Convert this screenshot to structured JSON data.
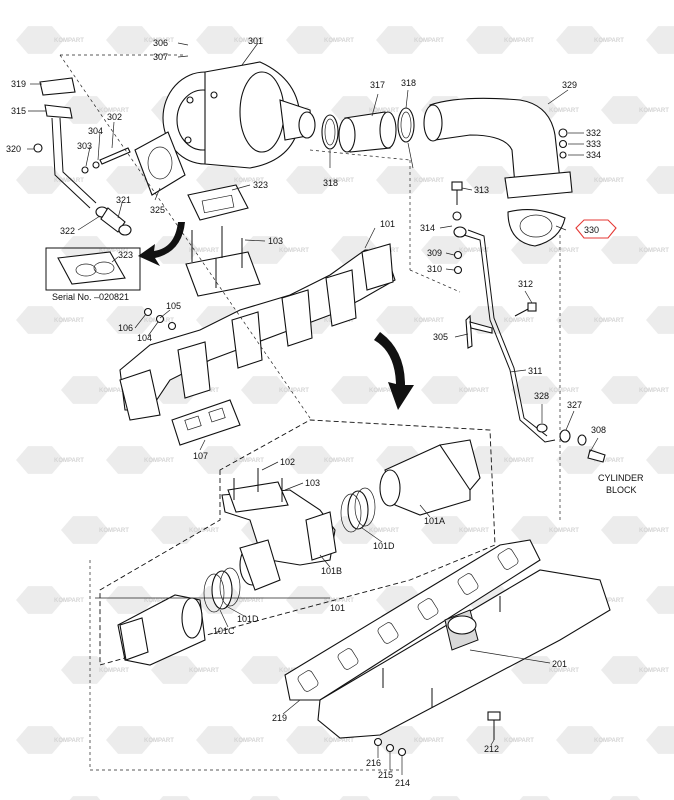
{
  "watermark": "KOMPART",
  "highlight_color": "#e53935",
  "callouts": {
    "c306": "306",
    "c307": "307",
    "c301": "301",
    "c319": "319",
    "c315": "315",
    "c302": "302",
    "c304": "304",
    "c303": "303",
    "c320": "320",
    "c317": "317",
    "c318a": "318",
    "c318b": "318",
    "c329": "329",
    "c332": "332",
    "c333": "333",
    "c334": "334",
    "c325": "325",
    "c321": "321",
    "c322": "322",
    "c323a": "323",
    "c323b": "323",
    "c313": "313",
    "c314": "314",
    "c330": "330",
    "c309": "309",
    "c310": "310",
    "c101a": "101",
    "c103a": "103",
    "c312": "312",
    "c105": "105",
    "c106": "106",
    "c104": "104",
    "c305": "305",
    "c311": "311",
    "c328": "328",
    "c327": "327",
    "c308": "308",
    "c107": "107",
    "c102": "102",
    "c103b": "103",
    "c101A": "101A",
    "c101D1": "101D",
    "c101B": "101B",
    "c101b": "101",
    "c101C": "101C",
    "c101D2": "101D",
    "c201": "201",
    "c219": "219",
    "c212": "212",
    "c216": "216",
    "c215": "215",
    "c214": "214"
  },
  "notes": {
    "serial": "Serial No. –020821",
    "cylinder_block_line1": "CYLINDER",
    "cylinder_block_line2": "BLOCK"
  }
}
